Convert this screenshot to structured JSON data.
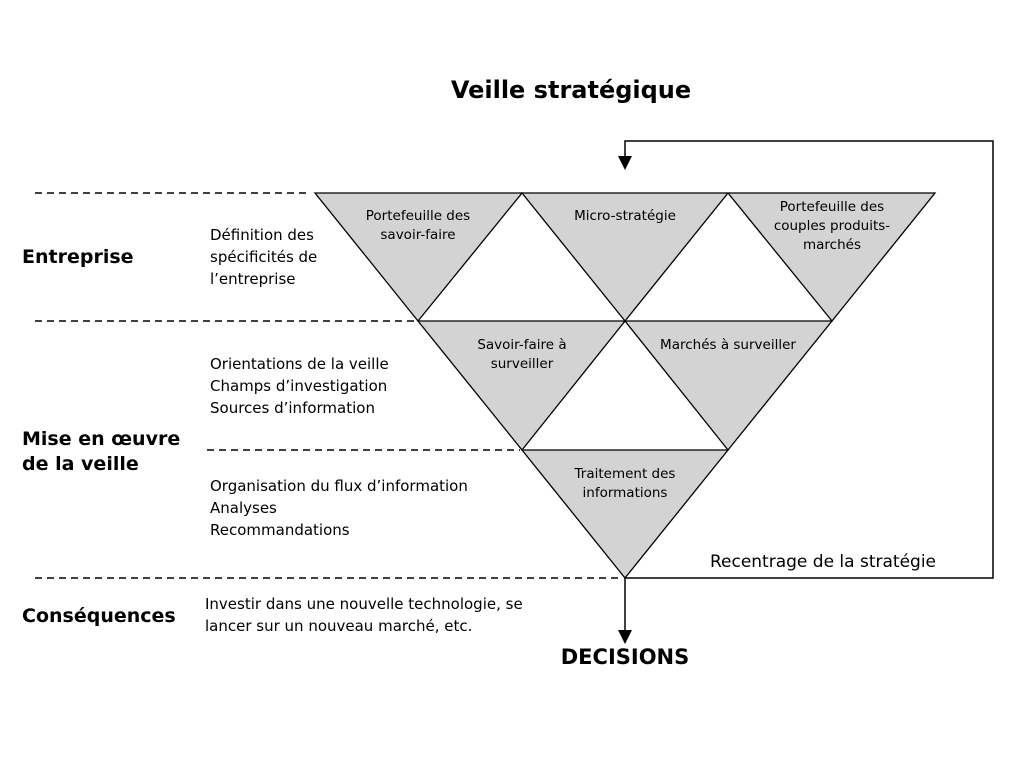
{
  "title": "Veille stratégique",
  "colors": {
    "triangle_fill": "#d3d3d3",
    "line_color": "#000000"
  },
  "sections": {
    "entreprise": {
      "label": "Entreprise",
      "description": "Définition des\nspécificités de\nl’entreprise"
    },
    "mise_en_oeuvre": {
      "label": "Mise en œuvre\nde la veille",
      "description_top": "Orientations de la veille\nChamps d’investigation\nSources d’information",
      "description_bottom": "Organisation du flux d’information\nAnalyses\nRecommandations"
    },
    "consequences": {
      "label": "Conséquences",
      "description": "Investir dans une nouvelle technologie, se\nlancer sur un nouveau marché, etc."
    }
  },
  "pyramid": {
    "row1": [
      {
        "label": "Portefeuille des\nsavoir-faire"
      },
      {
        "label": "Micro-stratégie"
      },
      {
        "label": "Portefeuille des\ncouples produits-\nmarchés"
      }
    ],
    "row2": [
      {
        "label": "Savoir-faire à\nsurveiller"
      },
      {
        "label": "Marchés à surveiller"
      }
    ],
    "row3": [
      {
        "label": "Traitement des\ninformations"
      }
    ]
  },
  "annotations": {
    "feedback": "Recentrage de la stratégie",
    "decisions": "DECISIONS"
  }
}
